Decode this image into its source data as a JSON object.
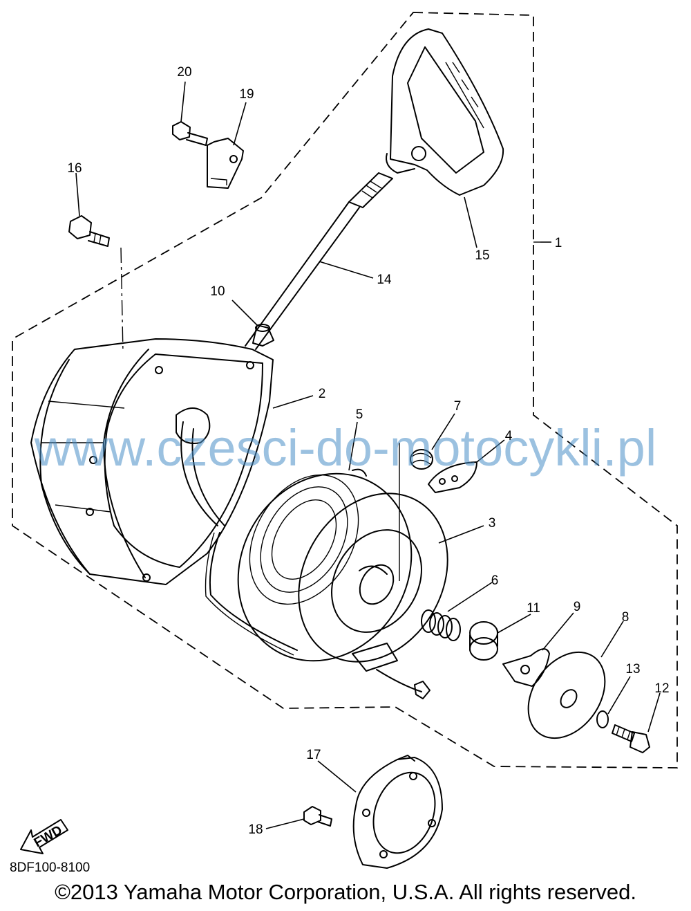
{
  "labels": {
    "p1": "1",
    "p2": "2",
    "p3": "3",
    "p4": "4",
    "p5": "5",
    "p6": "6",
    "p7": "7",
    "p8": "8",
    "p9": "9",
    "p10": "10",
    "p11": "11",
    "p12": "12",
    "p13": "13",
    "p14": "14",
    "p15": "15",
    "p16": "16",
    "p17": "17",
    "p18": "18",
    "p19": "19",
    "p20": "20"
  },
  "fwd_arrow_text": "FWD",
  "diagram_code": "8DF100-8100",
  "watermark": "www.czesci-do-motocykli.pl",
  "copyright": "©2013 Yamaha Motor Corporation, U.S.A. All rights reserved.",
  "colors": {
    "watermark": "#4a90c8",
    "line": "#000000"
  }
}
